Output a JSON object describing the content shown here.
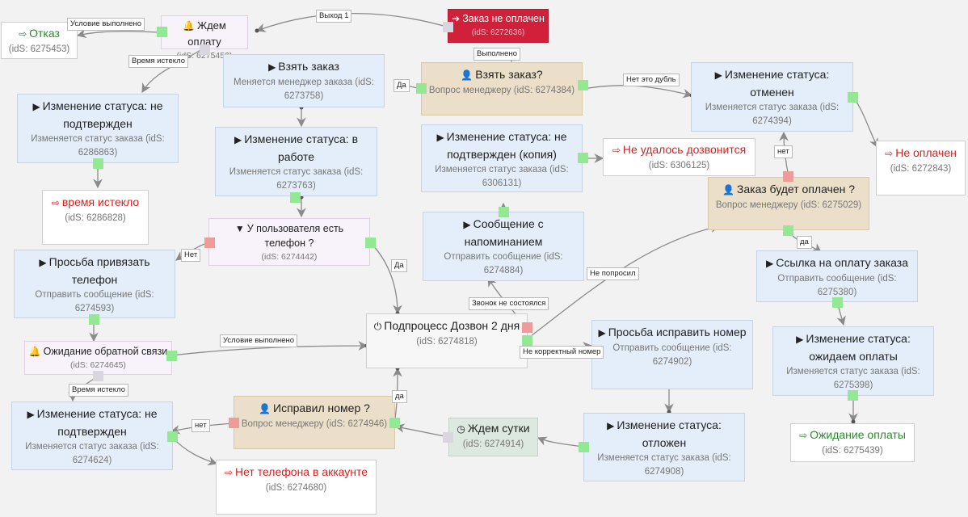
{
  "nodes": {
    "ne_oplachen_start": {
      "title": "Заказ не оплачен",
      "sub": "(idS: 6272636)"
    },
    "zhdem_oplatu": {
      "title": "Ждем оплату",
      "sub": "(idS: 6275450)"
    },
    "otkaz": {
      "title": "Отказ",
      "sub": "(idS: 6275453)"
    },
    "vzyat_zakaz_task": {
      "title": "Взять заказ",
      "sub": "Меняется менеджер заказа (idS: 6273758)"
    },
    "vzyat_zakaz_q": {
      "title": "Взять заказ?",
      "sub": "Вопрос менеджеру (idS: 6274384)"
    },
    "status_otmenen": {
      "title": "Изменение статуса: отменен",
      "sub": "Изменяется статус заказа (idS: 6274394)"
    },
    "ne_oplachen_end": {
      "title": "Не оплачен",
      "sub": "(idS: 6272843)"
    },
    "status_ne_podtverzhden_1": {
      "title": "Изменение статуса: не подтвержден",
      "sub": "Изменяется статус заказа (idS: 6286863)"
    },
    "status_v_rabote": {
      "title": "Изменение статуса: в работе",
      "sub": "Изменяется статус заказа (idS: 6273763)"
    },
    "status_kopiya": {
      "title": "Изменение статуса: не подтвержден (копия)",
      "sub": "Изменяется статус заказа (idS: 6306131)"
    },
    "ne_udalos": {
      "title": "Не удалось дозвонится",
      "sub": "(idS: 6306125)"
    },
    "zakaz_budet_oplachen": {
      "title": "Заказ будет оплачен ?",
      "sub": "Вопрос менеджеру (idS: 6275029)"
    },
    "vremya_isteklo": {
      "title": "время истекло",
      "sub": "(idS: 6286828)"
    },
    "filter_telefon": {
      "title": "У пользователя есть телефон ?",
      "sub": "(idS: 6274442)"
    },
    "soobshenie_napominanie": {
      "title": "Сообщение с напоминанием",
      "sub": "Отправить сообщение (idS: 6274884)"
    },
    "ssylka_oplata": {
      "title": "Ссылка на оплату заказа",
      "sub": "Отправить сообщение (idS: 6275380)"
    },
    "prosba_privyazat": {
      "title": "Просьба привязать телефон",
      "sub": "Отправить сообщение (idS: 6274593)"
    },
    "podprocess_dozvon": {
      "title": "Подпроцесс Дозвон 2 дня",
      "sub": "(idS: 6274818)"
    },
    "prosba_ispravit": {
      "title": "Просьба исправить номер",
      "sub": "Отправить сообщение (idS: 6274902)"
    },
    "status_ozhidaem": {
      "title": "Изменение статуса: ожидаем оплаты",
      "sub": "Изменяется статус заказа (idS: 6275398)"
    },
    "ozhidanie_svyazi": {
      "title": "Ожидание обратной связи",
      "sub": "(idS: 6274645)"
    },
    "status_ne_podtverzhden_2": {
      "title": "Изменение статуса: не подтвержден",
      "sub": "Изменяется статус заказа (idS: 6274624)"
    },
    "ispravil_nomer": {
      "title": "Исправил номер ?",
      "sub": "Вопрос менеджеру (idS: 6274946)"
    },
    "zhdem_sutki": {
      "title": "Ждем сутки",
      "sub": "(idS: 6274914)"
    },
    "status_otlozhen": {
      "title": "Изменение статуса: отложен",
      "sub": "Изменяется статус заказа (idS: 6274908)"
    },
    "ozhidanie_oplaty": {
      "title": "Ожидание оплаты",
      "sub": "(idS: 6275439)"
    },
    "net_telefona": {
      "title": "Нет телефона в аккаунте",
      "sub": "(idS: 6274680)"
    }
  },
  "labels": {
    "uslovie_1": "Условие выполнено",
    "vyhod_1": "Выход 1",
    "vremya_isteklo_1": "Время истекло",
    "vypolneno": "Выполнено",
    "da_1": "Да",
    "net_eto_dubl": "Нет это дубль",
    "net_1": "нет",
    "net_2": "Нет",
    "da_2": "Да",
    "da_3": "да",
    "ne_poprosil": "Не попросил",
    "zvonok": "Звонок не состоялся",
    "ne_korrektnyi": "Не корректный номер",
    "uslovie_2": "Условие выполнено",
    "vremya_isteklo_2": "Время истекло",
    "da_4": "да",
    "net_3": "нет"
  },
  "colors": {
    "task": "#e3eefa",
    "question": "#ecdfc9",
    "start": "#d1213a",
    "port_ok": "#93e893",
    "port_fail": "#f09a9a",
    "end_red": "#d92020",
    "end_green": "#2a8a2a"
  }
}
